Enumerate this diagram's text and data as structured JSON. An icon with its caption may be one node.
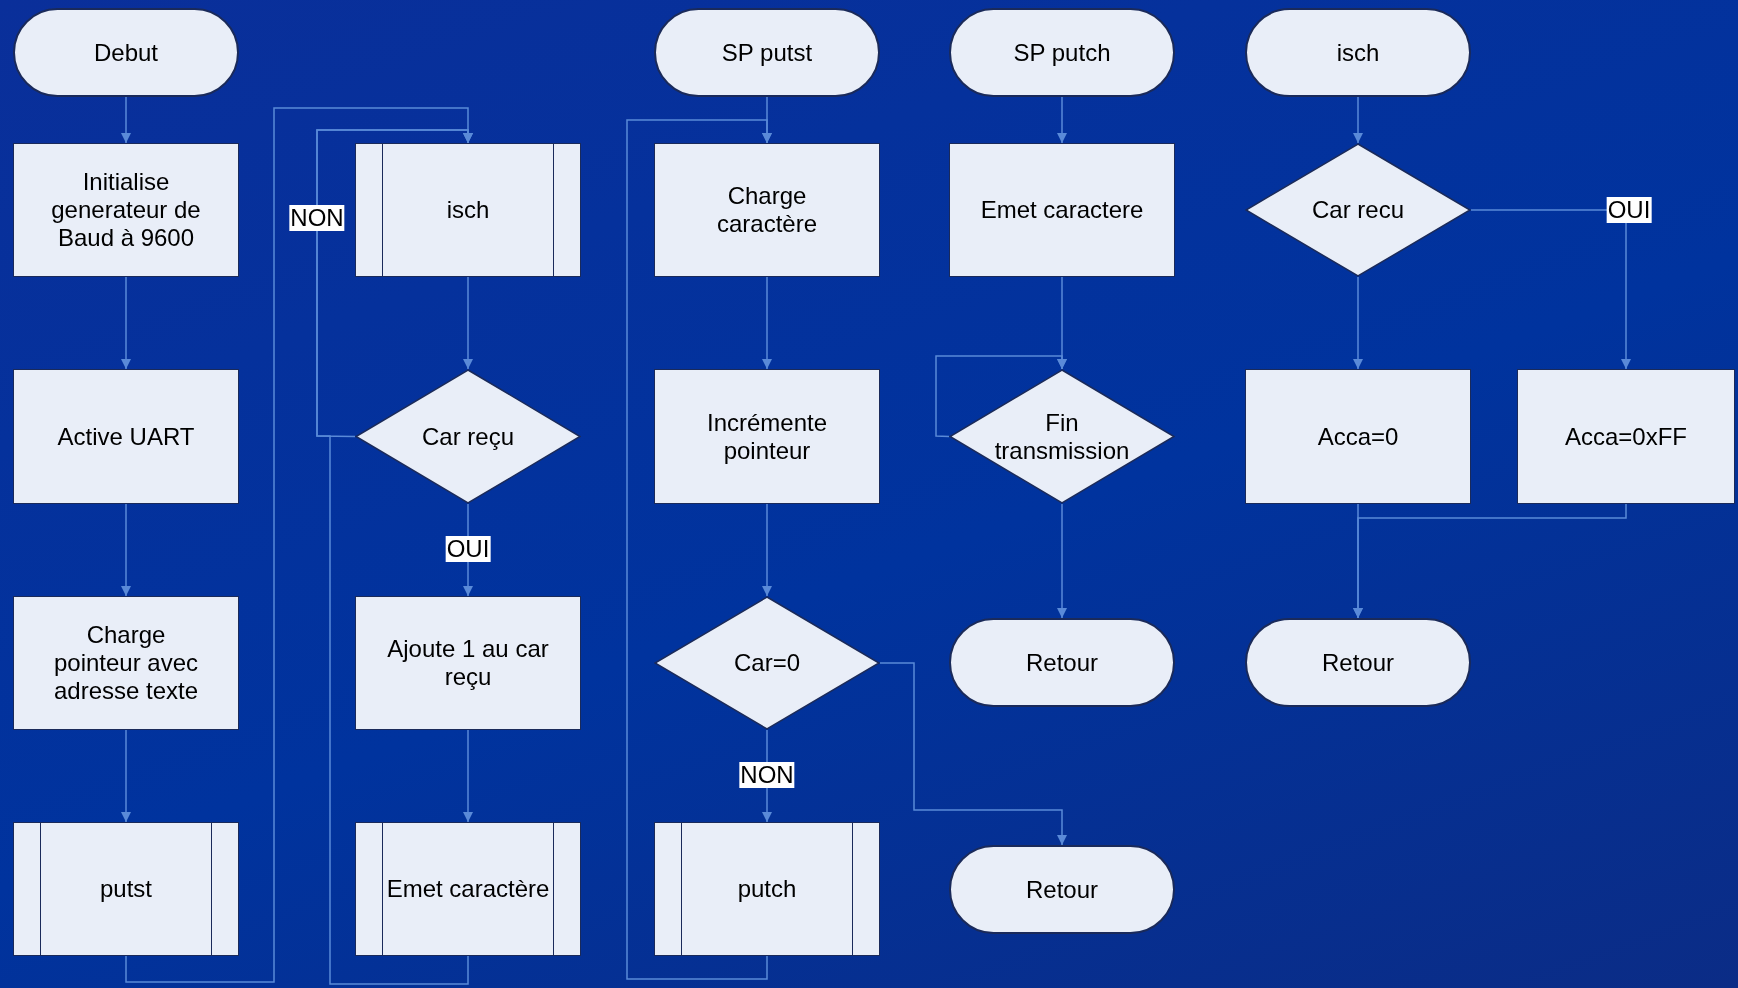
{
  "diagram": {
    "nodes": [
      {
        "text": [
          "Debut"
        ]
      },
      {
        "text": [
          "Initialise generateur de Baud à 9600"
        ]
      },
      {
        "text": [
          "Active UART"
        ]
      },
      {
        "text": [
          "Charge pointeur avec adresse texte"
        ]
      },
      {
        "text": [
          "putst"
        ]
      },
      {
        "text": [
          "isch"
        ]
      },
      {
        "text": [
          "Car reçu"
        ]
      },
      {
        "text": [
          "Ajoute 1 au car reçu"
        ]
      },
      {
        "text": [
          "Emet caractère"
        ]
      },
      {
        "text": [
          "SP putst"
        ]
      },
      {
        "text": [
          "Charge caractère"
        ]
      },
      {
        "text": [
          "Incrémente pointeur"
        ]
      },
      {
        "text": [
          "Car=0"
        ]
      },
      {
        "text": [
          "putch"
        ]
      },
      {
        "text": [
          "SP putch"
        ]
      },
      {
        "text": [
          "Emet caractere"
        ]
      },
      {
        "text": [
          "Fin transmission"
        ]
      },
      {
        "text": [
          "Retour"
        ]
      },
      {
        "text": [
          "Retour"
        ]
      },
      {
        "text": [
          "isch"
        ]
      },
      {
        "text": [
          "Car recu"
        ]
      },
      {
        "text": [
          "Acca=0"
        ]
      },
      {
        "text": [
          "Acca=0xFF"
        ]
      },
      {
        "text": [
          "Retour"
        ]
      }
    ],
    "edges": [
      {
        "from": 0,
        "to": 1,
        "arrow": "to"
      },
      {
        "from": 1,
        "to": 2,
        "arrow": "to"
      },
      {
        "from": 2,
        "to": 3,
        "arrow": "to"
      },
      {
        "from": 3,
        "to": 4,
        "arrow": "to"
      },
      {
        "from": 4,
        "to": 5,
        "arrow": "to"
      },
      {
        "from": 5,
        "to": 6,
        "arrow": "to"
      },
      {
        "from": 6,
        "to": 5,
        "arrow": "to",
        "label": "NON"
      },
      {
        "from": 6,
        "to": 7,
        "arrow": "to",
        "label": "OUI"
      },
      {
        "from": 7,
        "to": 8,
        "arrow": "to"
      },
      {
        "from": 8,
        "to": 5,
        "arrow": "to"
      },
      {
        "from": 9,
        "to": 10,
        "arrow": "to"
      },
      {
        "from": 10,
        "to": 11,
        "arrow": "to"
      },
      {
        "from": 11,
        "to": 12,
        "arrow": "to"
      },
      {
        "from": 12,
        "to": 13,
        "arrow": "to",
        "label": "NON"
      },
      {
        "from": 12,
        "to": 18,
        "arrow": "to"
      },
      {
        "from": 13,
        "to": 10,
        "arrow": "to"
      },
      {
        "from": 14,
        "to": 15,
        "arrow": "to"
      },
      {
        "from": 15,
        "to": 16,
        "arrow": "to"
      },
      {
        "from": 16,
        "to": 16,
        "arrow": "to"
      },
      {
        "from": 16,
        "to": 17,
        "arrow": "to"
      },
      {
        "from": 19,
        "to": 20,
        "arrow": "to"
      },
      {
        "from": 20,
        "to": 21,
        "arrow": "to"
      },
      {
        "from": 20,
        "to": 22,
        "arrow": "to",
        "label": "OUI"
      },
      {
        "from": 21,
        "to": 23,
        "arrow": "to"
      },
      {
        "from": 22,
        "to": 23,
        "arrow": "to"
      }
    ]
  }
}
